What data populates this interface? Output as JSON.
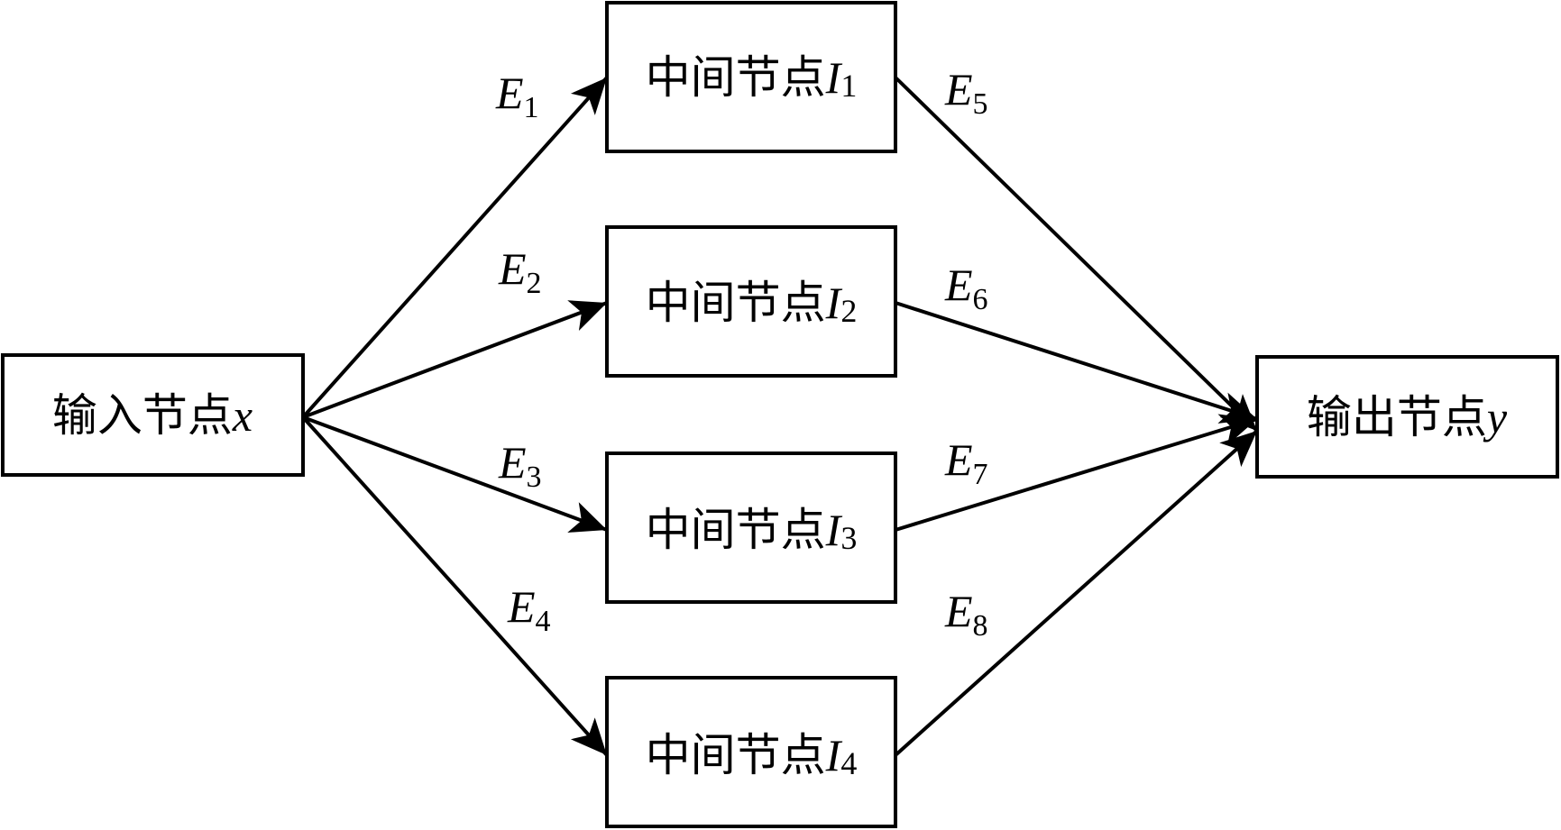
{
  "diagram": {
    "nodes": {
      "input": {
        "label": "输入节点",
        "var": "x",
        "sub": ""
      },
      "i1": {
        "label": "中间节点",
        "var": "I",
        "sub": "1"
      },
      "i2": {
        "label": "中间节点",
        "var": "I",
        "sub": "2"
      },
      "i3": {
        "label": "中间节点",
        "var": "I",
        "sub": "3"
      },
      "i4": {
        "label": "中间节点",
        "var": "I",
        "sub": "4"
      },
      "output": {
        "label": "输出节点",
        "var": "y",
        "sub": ""
      }
    },
    "edges": [
      {
        "id": "e1",
        "from": "input",
        "to": "i1",
        "symbol": "E",
        "sub": "1"
      },
      {
        "id": "e2",
        "from": "input",
        "to": "i2",
        "symbol": "E",
        "sub": "2"
      },
      {
        "id": "e3",
        "from": "input",
        "to": "i3",
        "symbol": "E",
        "sub": "3"
      },
      {
        "id": "e4",
        "from": "input",
        "to": "i4",
        "symbol": "E",
        "sub": "4"
      },
      {
        "id": "e5",
        "from": "i1",
        "to": "output",
        "symbol": "E",
        "sub": "5"
      },
      {
        "id": "e6",
        "from": "i2",
        "to": "output",
        "symbol": "E",
        "sub": "6"
      },
      {
        "id": "e7",
        "from": "i3",
        "to": "output",
        "symbol": "E",
        "sub": "7"
      },
      {
        "id": "e8",
        "from": "i4",
        "to": "output",
        "symbol": "E",
        "sub": "8"
      }
    ],
    "colors": {
      "stroke": "#000000",
      "background": "#ffffff"
    }
  }
}
